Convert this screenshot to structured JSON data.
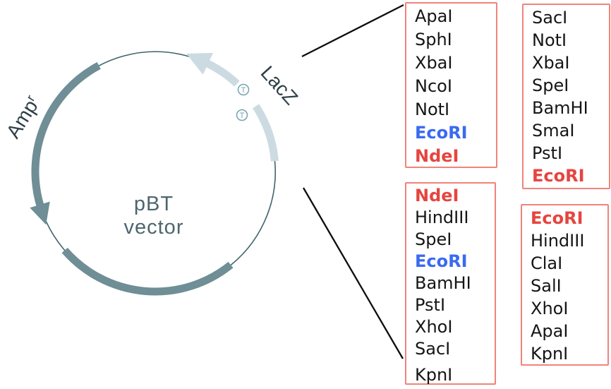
{
  "plasmid": {
    "name_line1": "pBT",
    "name_line2": "vector",
    "amp_label_base": "Amp",
    "amp_label_sup": "r",
    "lacz_label": "LacZ",
    "terminator_mark": "T",
    "colors": {
      "gene_arc_dark": "#6f8e96",
      "gene_arc_light": "#ccdbe2",
      "backbone_line": "#3f636c",
      "terminator_ring": "#74a3b0",
      "name_text": "#4d666d",
      "gene_label_text": "#2e4047"
    }
  },
  "box_style": {
    "border_color": "#f0837b",
    "text_black": "#151515",
    "text_blue": "#3a6af0",
    "text_red": "#e64540"
  },
  "enzyme_boxes": [
    {
      "id": "top-inner",
      "items": [
        {
          "name": "ApaI",
          "color": "black"
        },
        {
          "name": "SphI",
          "color": "black"
        },
        {
          "name": "XbaI",
          "color": "black"
        },
        {
          "name": "NcoI",
          "color": "black"
        },
        {
          "name": "NotI",
          "color": "black"
        },
        {
          "name": "EcoRI",
          "color": "blue"
        },
        {
          "name": "NdeI",
          "color": "red"
        }
      ]
    },
    {
      "id": "top-outer",
      "items": [
        {
          "name": "SacI",
          "color": "black"
        },
        {
          "name": "NotI",
          "color": "black"
        },
        {
          "name": "XbaI",
          "color": "black"
        },
        {
          "name": "SpeI",
          "color": "black"
        },
        {
          "name": "BamHI",
          "color": "black"
        },
        {
          "name": "SmaI",
          "color": "black"
        },
        {
          "name": "PstI",
          "color": "black"
        },
        {
          "name": "EcoRI",
          "color": "red"
        }
      ]
    },
    {
      "id": "bottom-inner",
      "items": [
        {
          "name": "NdeI",
          "color": "red"
        },
        {
          "name": "HindIII",
          "color": "black"
        },
        {
          "name": "SpeI",
          "color": "black"
        },
        {
          "name": "EcoRI",
          "color": "blue"
        },
        {
          "name": "BamHI",
          "color": "black"
        },
        {
          "name": "PstI",
          "color": "black"
        },
        {
          "name": "XhoI",
          "color": "black"
        },
        {
          "name": "SacI",
          "color": "black"
        },
        {
          "name": "KpnI",
          "color": "black"
        }
      ]
    },
    {
      "id": "bottom-outer",
      "items": [
        {
          "name": "EcoRI",
          "color": "red"
        },
        {
          "name": "HindIII",
          "color": "black"
        },
        {
          "name": "ClaI",
          "color": "black"
        },
        {
          "name": "SalI",
          "color": "black"
        },
        {
          "name": "XhoI",
          "color": "black"
        },
        {
          "name": "ApaI",
          "color": "black"
        },
        {
          "name": "KpnI",
          "color": "black"
        }
      ]
    }
  ]
}
